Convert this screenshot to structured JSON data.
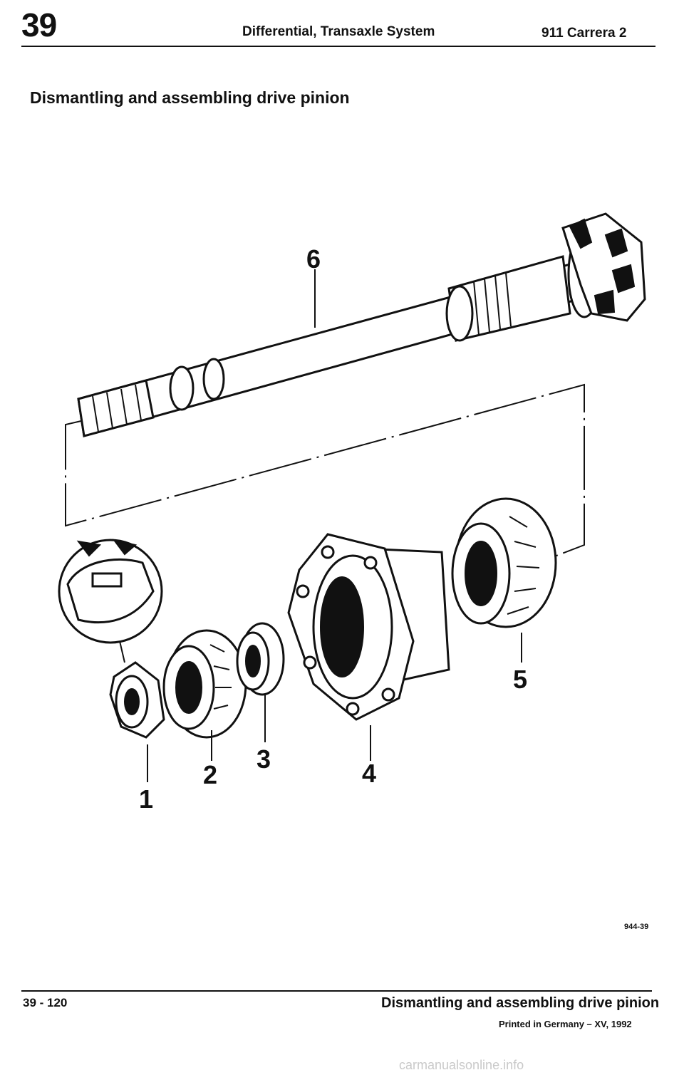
{
  "header": {
    "chapter": "39",
    "title": "Differential, Transaxle System",
    "model": "911 Carrera 2"
  },
  "page_heading": "Dismantling and assembling drive pinion",
  "figure": {
    "callouts": [
      "1",
      "2",
      "3",
      "4",
      "5",
      "6"
    ],
    "code": "944-39"
  },
  "footer": {
    "page_number": "39 - 120",
    "title": "Dismantling and assembling drive pinion",
    "printed": "Printed in Germany – XV, 1992"
  },
  "watermark": "carmanualsonline.info"
}
